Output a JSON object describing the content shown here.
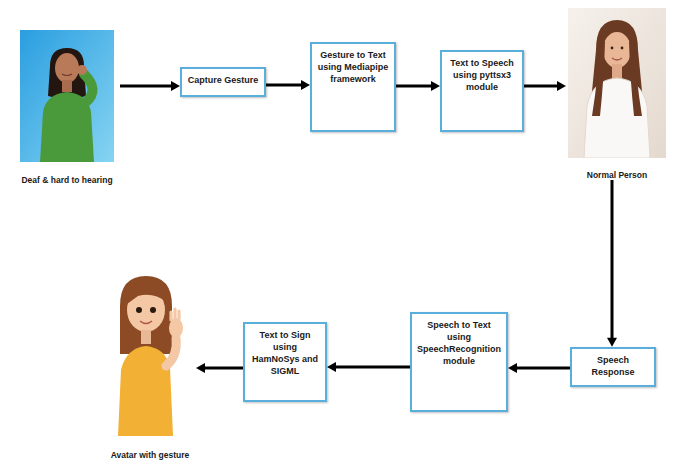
{
  "diagram": {
    "nodes": [
      {
        "text": [
          "Deaf & hard to hearing"
        ]
      },
      {
        "text": [
          "Capture Gesture"
        ]
      },
      {
        "text": [
          "Gesture to Text using Mediapipe framework"
        ]
      },
      {
        "text": [
          "Text to Speech using pyttsx3 module"
        ]
      },
      {
        "text": [
          "Normal Person"
        ]
      },
      {
        "text": [
          "Speech Response"
        ]
      },
      {
        "text": [
          "Speech to Text using SpeechRecognition module"
        ]
      },
      {
        "text": [
          "Text to Sign using HamNoSys and SIGML"
        ]
      },
      {
        "text": [
          "Avatar with gesture"
        ]
      }
    ],
    "edges": [
      {
        "from": 0,
        "to": 1,
        "arrow": "to"
      },
      {
        "from": 1,
        "to": 2,
        "arrow": "to"
      },
      {
        "from": 2,
        "to": 3,
        "arrow": "to"
      },
      {
        "from": 3,
        "to": 4,
        "arrow": "to"
      },
      {
        "from": 4,
        "to": 5,
        "arrow": "to"
      },
      {
        "from": 5,
        "to": 6,
        "arrow": "to"
      },
      {
        "from": 6,
        "to": 7,
        "arrow": "to"
      },
      {
        "from": 7,
        "to": 8,
        "arrow": "to"
      }
    ]
  }
}
